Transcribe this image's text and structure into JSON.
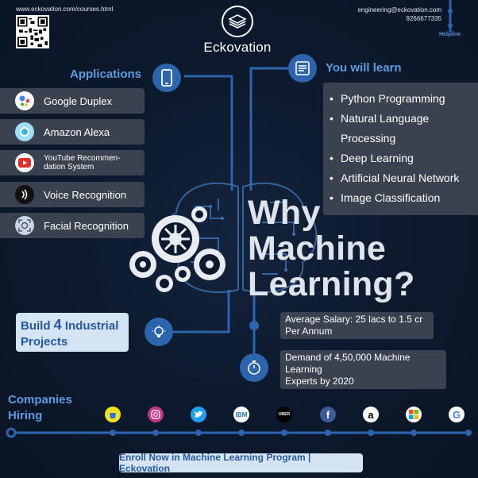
{
  "header": {
    "website": "www.eckovation.com/courses.html",
    "brand": "Eckovation",
    "email": "engineering@eckovation.com",
    "phone": "9266677335",
    "helpline_label": "Helpline"
  },
  "applications": {
    "title": "Applications",
    "items": [
      {
        "label": "Google Duplex",
        "icon": "google-assistant-icon"
      },
      {
        "label": "Amazon Alexa",
        "icon": "alexa-icon"
      },
      {
        "label_line1": "YouTube Recommen-",
        "label_line2": "dation System",
        "icon": "youtube-icon"
      },
      {
        "label": "Voice Recognition",
        "icon": "voice-wave-icon"
      },
      {
        "label": "Facial Recognition",
        "icon": "face-scan-icon"
      }
    ]
  },
  "learn": {
    "title": "You will learn",
    "items": [
      {
        "line1": "Python Programming"
      },
      {
        "line1": "Natural Language",
        "line2": "Processing"
      },
      {
        "line1": "Deep Learning"
      },
      {
        "line1": "Artificial Neural Network"
      },
      {
        "line1": "Image Classification"
      }
    ]
  },
  "headline": {
    "line1": "Why",
    "line2": "Machine",
    "line3": "Learning?"
  },
  "build": {
    "line1_a": "Build ",
    "line1_num": "4",
    "line1_b": " Industrial",
    "line2": "Projects"
  },
  "stats": {
    "salary_line1": "Average Salary: 25 lacs to 1.5 cr",
    "salary_line2": "Per Annum",
    "demand_line1": "Demand of 4,50,000 Machine Learning",
    "demand_line2": "Experts by 2020"
  },
  "companies": {
    "title_line1": "Companies",
    "title_line2": "Hiring",
    "logos": [
      "flipkart-icon",
      "instagram-icon",
      "twitter-icon",
      "ibm-icon",
      "uber-icon",
      "facebook-icon",
      "amazon-icon",
      "microsoft-icon",
      "google-icon"
    ],
    "ibm_text": "IBM",
    "uber_text": "UBER",
    "facebook_text": "f",
    "amazon_text": "a",
    "google_text": "G"
  },
  "cta": {
    "label": "Enroll Now in Machine Learning Program | Eckovation"
  },
  "colors": {
    "background": "#0b1628",
    "accent": "#2c64ad",
    "heading": "#5b9be0",
    "panel": "#3a4250"
  }
}
